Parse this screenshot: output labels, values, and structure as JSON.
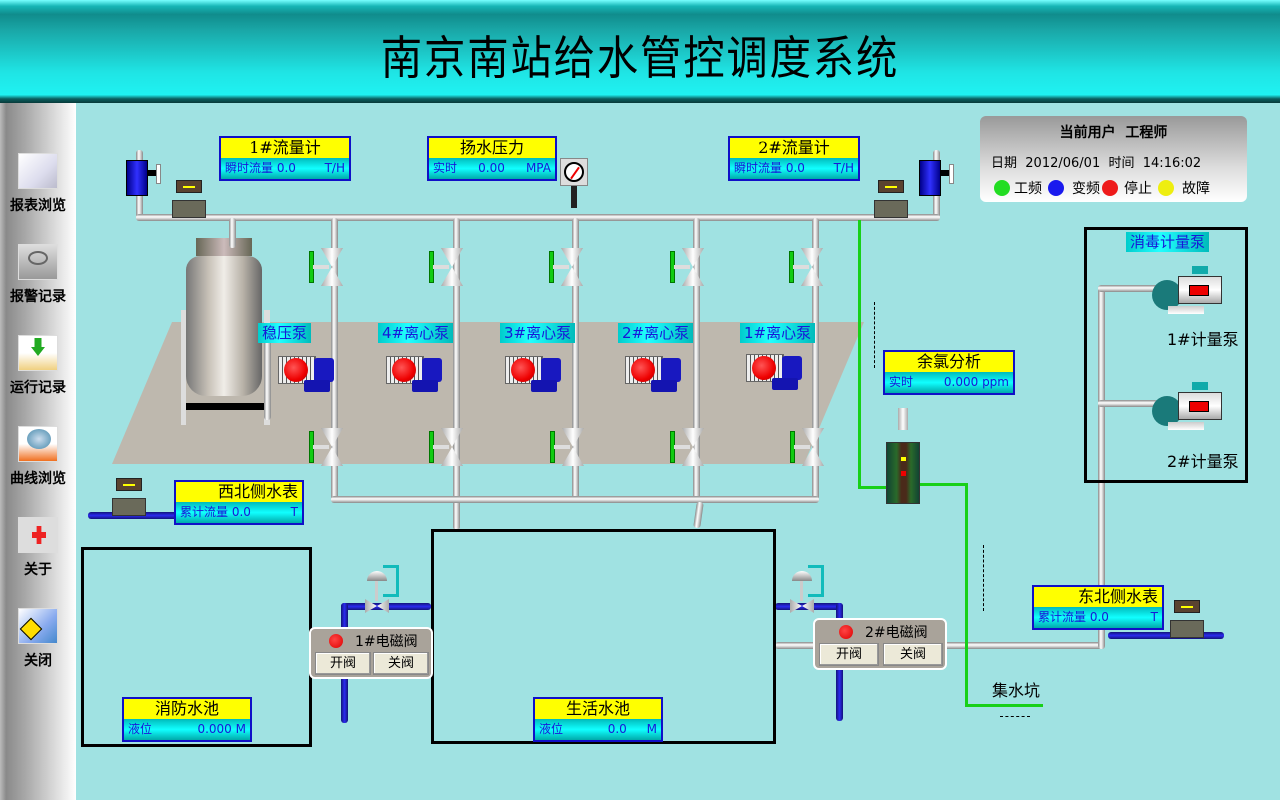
{
  "header": {
    "title": "南京南站给水管控调度系统"
  },
  "sidebar": {
    "items": [
      {
        "label": "报表浏览",
        "icon": "report-icon"
      },
      {
        "label": "报警记录",
        "icon": "alarm-icon"
      },
      {
        "label": "运行记录",
        "icon": "run-log-icon"
      },
      {
        "label": "曲线浏览",
        "icon": "curve-icon"
      },
      {
        "label": "关于",
        "icon": "about-icon"
      },
      {
        "label": "关闭",
        "icon": "close-icon"
      }
    ]
  },
  "user_panel": {
    "user_label": "当前用户",
    "user_name": "工程师",
    "date_label": "日期",
    "date": "2012/06/01",
    "time_label": "时间",
    "time": "14:16:02",
    "legend": [
      {
        "label": "工频",
        "color": "#22dd22"
      },
      {
        "label": "变频",
        "color": "#1a1aee"
      },
      {
        "label": "停止",
        "color": "#ee1a1a"
      },
      {
        "label": "故障",
        "color": "#eeee10"
      }
    ]
  },
  "meters": {
    "flow1": {
      "title": "1#流量计",
      "label": "瞬时流量",
      "value": "0.0",
      "unit": "T/H"
    },
    "pressure": {
      "title": "扬水压力",
      "label": "实时",
      "value": "0.00",
      "unit": "MPA"
    },
    "flow2": {
      "title": "2#流量计",
      "label": "瞬时流量",
      "value": "0.0",
      "unit": "T/H"
    },
    "chlorine": {
      "title": "余氯分析",
      "label": "实时",
      "value": "0.000",
      "unit": "ppm"
    },
    "northwest": {
      "title": "西北侧水表",
      "label": "累计流量",
      "value": "0.0",
      "unit": "T"
    },
    "northeast": {
      "title": "东北侧水表",
      "label": "累计流量",
      "value": "0.0",
      "unit": "T"
    },
    "fire_pool": {
      "title": "消防水池",
      "label": "液位",
      "value": "0.000",
      "unit": "M"
    },
    "living_pool": {
      "title": "生活水池",
      "label": "液位",
      "value": "0.0",
      "unit": "M"
    }
  },
  "pumps": [
    {
      "label": "稳压泵",
      "status": "停止"
    },
    {
      "label": "4#离心泵",
      "status": "停止"
    },
    {
      "label": "3#离心泵",
      "status": "停止"
    },
    {
      "label": "2#离心泵",
      "status": "停止"
    },
    {
      "label": "1#离心泵",
      "status": "停止"
    }
  ],
  "dosing": {
    "title": "消毒计量泵",
    "pump1": "1#计量泵",
    "pump2": "2#计量泵"
  },
  "solenoids": [
    {
      "name": "1#电磁阀",
      "open": "开阀",
      "close": "关阀"
    },
    {
      "name": "2#电磁阀",
      "open": "开阀",
      "close": "关阀"
    }
  ],
  "sump": {
    "label": "集水坑"
  }
}
